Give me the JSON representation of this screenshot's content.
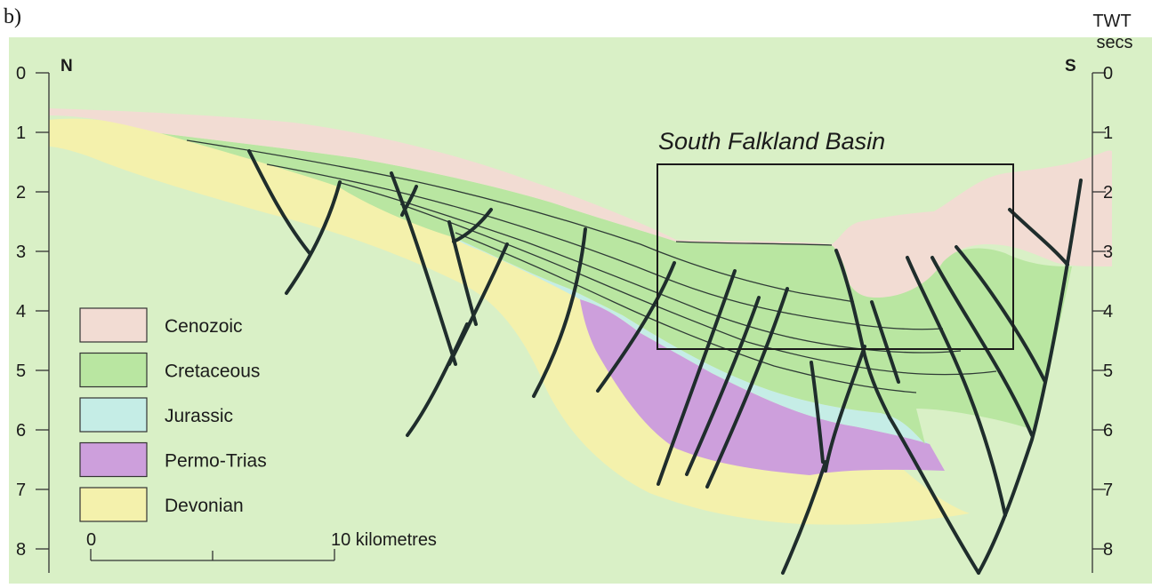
{
  "panel_letter": "b)",
  "north_label": "N",
  "south_label": "S",
  "right_axis_unit_line1": "TWT",
  "right_axis_unit_line2": "secs",
  "depth_ticks": [
    "0",
    "1",
    "2",
    "3",
    "4",
    "5",
    "6",
    "7",
    "8"
  ],
  "basin_label": "South Falkland Basin",
  "scale_bar": {
    "start_label": "0",
    "end_label": "10 kilometres"
  },
  "legend": [
    {
      "label": "Cenozoic",
      "color": "#f2dcd3"
    },
    {
      "label": "Cretaceous",
      "color": "#b9e6a1"
    },
    {
      "label": "Jurassic",
      "color": "#c5ede6"
    },
    {
      "label": "Permo-Trias",
      "color": "#cd9fdc"
    },
    {
      "label": "Devonian",
      "color": "#f4f1ac"
    }
  ],
  "colors": {
    "background": "#d9f0c6",
    "fault": "#1f2d2c",
    "basin_box": "#1b1b1b"
  }
}
